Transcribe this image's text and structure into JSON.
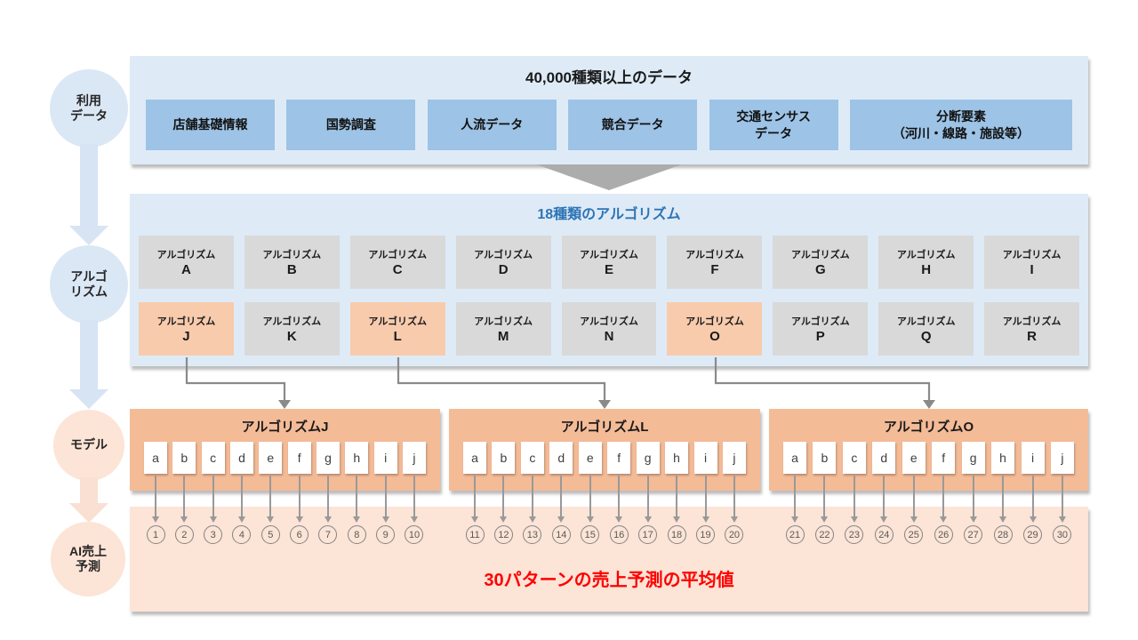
{
  "left_rail": {
    "stages": [
      {
        "label": "利用\nデータ",
        "variant": "blue"
      },
      {
        "label": "アルゴ\nリズム",
        "variant": "blue"
      },
      {
        "label": "モデル",
        "variant": "peach"
      },
      {
        "label": "AI売上\n予測",
        "variant": "peach"
      }
    ]
  },
  "data_section": {
    "title": "40,000種類以上のデータ",
    "boxes": [
      {
        "label": "店舗基礎情報",
        "wide": false
      },
      {
        "label": "国勢調査",
        "wide": false
      },
      {
        "label": "人流データ",
        "wide": false
      },
      {
        "label": "競合データ",
        "wide": false
      },
      {
        "label": "交通センサス\nデータ",
        "wide": false
      },
      {
        "label": "分断要素\n（河川・線路・施設等）",
        "wide": true
      }
    ]
  },
  "algorithm_section": {
    "title": "18種類のアルゴリズム",
    "prefix": "アルゴリズム",
    "row1": [
      {
        "letter": "A"
      },
      {
        "letter": "B"
      },
      {
        "letter": "C"
      },
      {
        "letter": "D"
      },
      {
        "letter": "E"
      },
      {
        "letter": "F"
      },
      {
        "letter": "G"
      },
      {
        "letter": "H"
      },
      {
        "letter": "I"
      }
    ],
    "row2": [
      {
        "letter": "J",
        "highlight": true
      },
      {
        "letter": "K"
      },
      {
        "letter": "L",
        "highlight": true
      },
      {
        "letter": "M"
      },
      {
        "letter": "N"
      },
      {
        "letter": "O",
        "highlight": true
      },
      {
        "letter": "P"
      },
      {
        "letter": "Q"
      },
      {
        "letter": "R"
      }
    ]
  },
  "models": [
    {
      "title": "アルゴリズムJ",
      "columns": [
        {
          "letter": "a",
          "number": "1"
        },
        {
          "letter": "b",
          "number": "2"
        },
        {
          "letter": "c",
          "number": "3"
        },
        {
          "letter": "d",
          "number": "4"
        },
        {
          "letter": "e",
          "number": "5"
        },
        {
          "letter": "f",
          "number": "6"
        },
        {
          "letter": "g",
          "number": "7"
        },
        {
          "letter": "h",
          "number": "8"
        },
        {
          "letter": "i",
          "number": "9"
        },
        {
          "letter": "j",
          "number": "10"
        }
      ]
    },
    {
      "title": "アルゴリズムL",
      "columns": [
        {
          "letter": "a",
          "number": "11"
        },
        {
          "letter": "b",
          "number": "12"
        },
        {
          "letter": "c",
          "number": "13"
        },
        {
          "letter": "d",
          "number": "14"
        },
        {
          "letter": "e",
          "number": "15"
        },
        {
          "letter": "f",
          "number": "16"
        },
        {
          "letter": "g",
          "number": "17"
        },
        {
          "letter": "h",
          "number": "18"
        },
        {
          "letter": "i",
          "number": "19"
        },
        {
          "letter": "j",
          "number": "20"
        }
      ]
    },
    {
      "title": "アルゴリズムO",
      "columns": [
        {
          "letter": "a",
          "number": "21"
        },
        {
          "letter": "b",
          "number": "22"
        },
        {
          "letter": "c",
          "number": "23"
        },
        {
          "letter": "d",
          "number": "24"
        },
        {
          "letter": "e",
          "number": "25"
        },
        {
          "letter": "f",
          "number": "26"
        },
        {
          "letter": "g",
          "number": "27"
        },
        {
          "letter": "h",
          "number": "28"
        },
        {
          "letter": "i",
          "number": "29"
        },
        {
          "letter": "j",
          "number": "30"
        }
      ]
    }
  ],
  "result_section": {
    "summary": "30パターンの売上予測の平均値"
  },
  "colors": {
    "panel_blue": "#deebf7",
    "data_box_blue": "#9dc3e6",
    "algo_gray": "#d9d9d9",
    "highlight_orange": "#f8cbad",
    "model_orange": "#f4bb97",
    "result_peach": "#fce4d6",
    "title_blue": "#2e74b5",
    "result_red": "#ff0000",
    "connector_gray": "#8a8a8a"
  }
}
